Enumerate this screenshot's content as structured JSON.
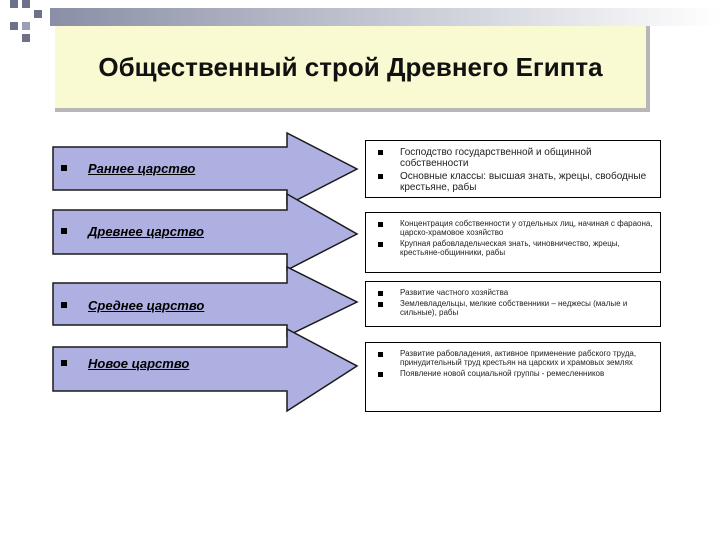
{
  "title": "Общественный строй Древнего Египта",
  "colors": {
    "arrow_fill": "#aeb0e2",
    "arrow_stroke": "#1a1a1a",
    "title_bg": "#fafad2"
  },
  "periods": [
    {
      "label": "Раннее царство",
      "items": [
        "Господство государственной и общинной собственности",
        "Основные классы: высшая знать, жрецы, свободные крестьяне, рабы"
      ]
    },
    {
      "label": "Древнее царство",
      "items": [
        "Концентрация собственности у отдельных лиц, начиная с фараона, царско-храмовое хозяйство",
        "Крупная рабовладельческая знать, чиновничество, жрецы, крестьяне-общинники, рабы"
      ]
    },
    {
      "label": "Среднее царство",
      "items": [
        "Развитие частного хозяйства",
        "Землевладельцы, мелкие собственники – неджесы (малые и сильные), рабы"
      ]
    },
    {
      "label": "Новое царство",
      "items": [
        "Развитие рабовладения, активное применение рабского труда, принудительный труд крестьян на царских и храмовых землях",
        "Появление новой социальной группы - ремесленников"
      ]
    }
  ]
}
